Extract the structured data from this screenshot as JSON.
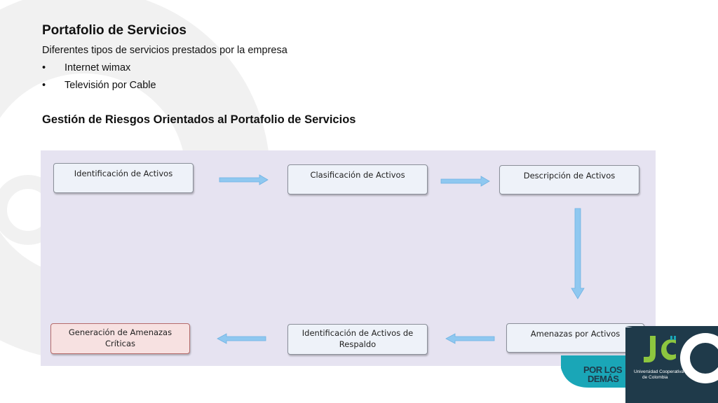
{
  "title": "Portafolio de Servicios",
  "subtitle": "Diferentes tipos de servicios prestados por la empresa",
  "bullets": [
    "Internet wimax",
    "Televisión por Cable"
  ],
  "section_title": "Gestión de Riesgos Orientados al Portafolio de Servicios",
  "flow": {
    "step1": "Identificación de Activos",
    "step2": "Clasificación de Activos",
    "step3": "Descripción de Activos",
    "step4": "Amenazas por Activos",
    "step5": "Identificación de Activos de Respaldo",
    "step6": "Generación de Amenazas Críticas"
  },
  "logo": {
    "slogan_line1": "POR LOS",
    "slogan_line2": "DEMÁS",
    "university_line1": "Universidad Cooperativa",
    "university_line2": "de Colombia"
  },
  "colors": {
    "panel": "#e6e3f1",
    "arrow": "#8fc8f0",
    "critical_box": "#f7e1e1",
    "logo_dark": "#1f3a4a",
    "logo_teal": "#1aa6b7",
    "logo_green": "#8dc63f"
  }
}
